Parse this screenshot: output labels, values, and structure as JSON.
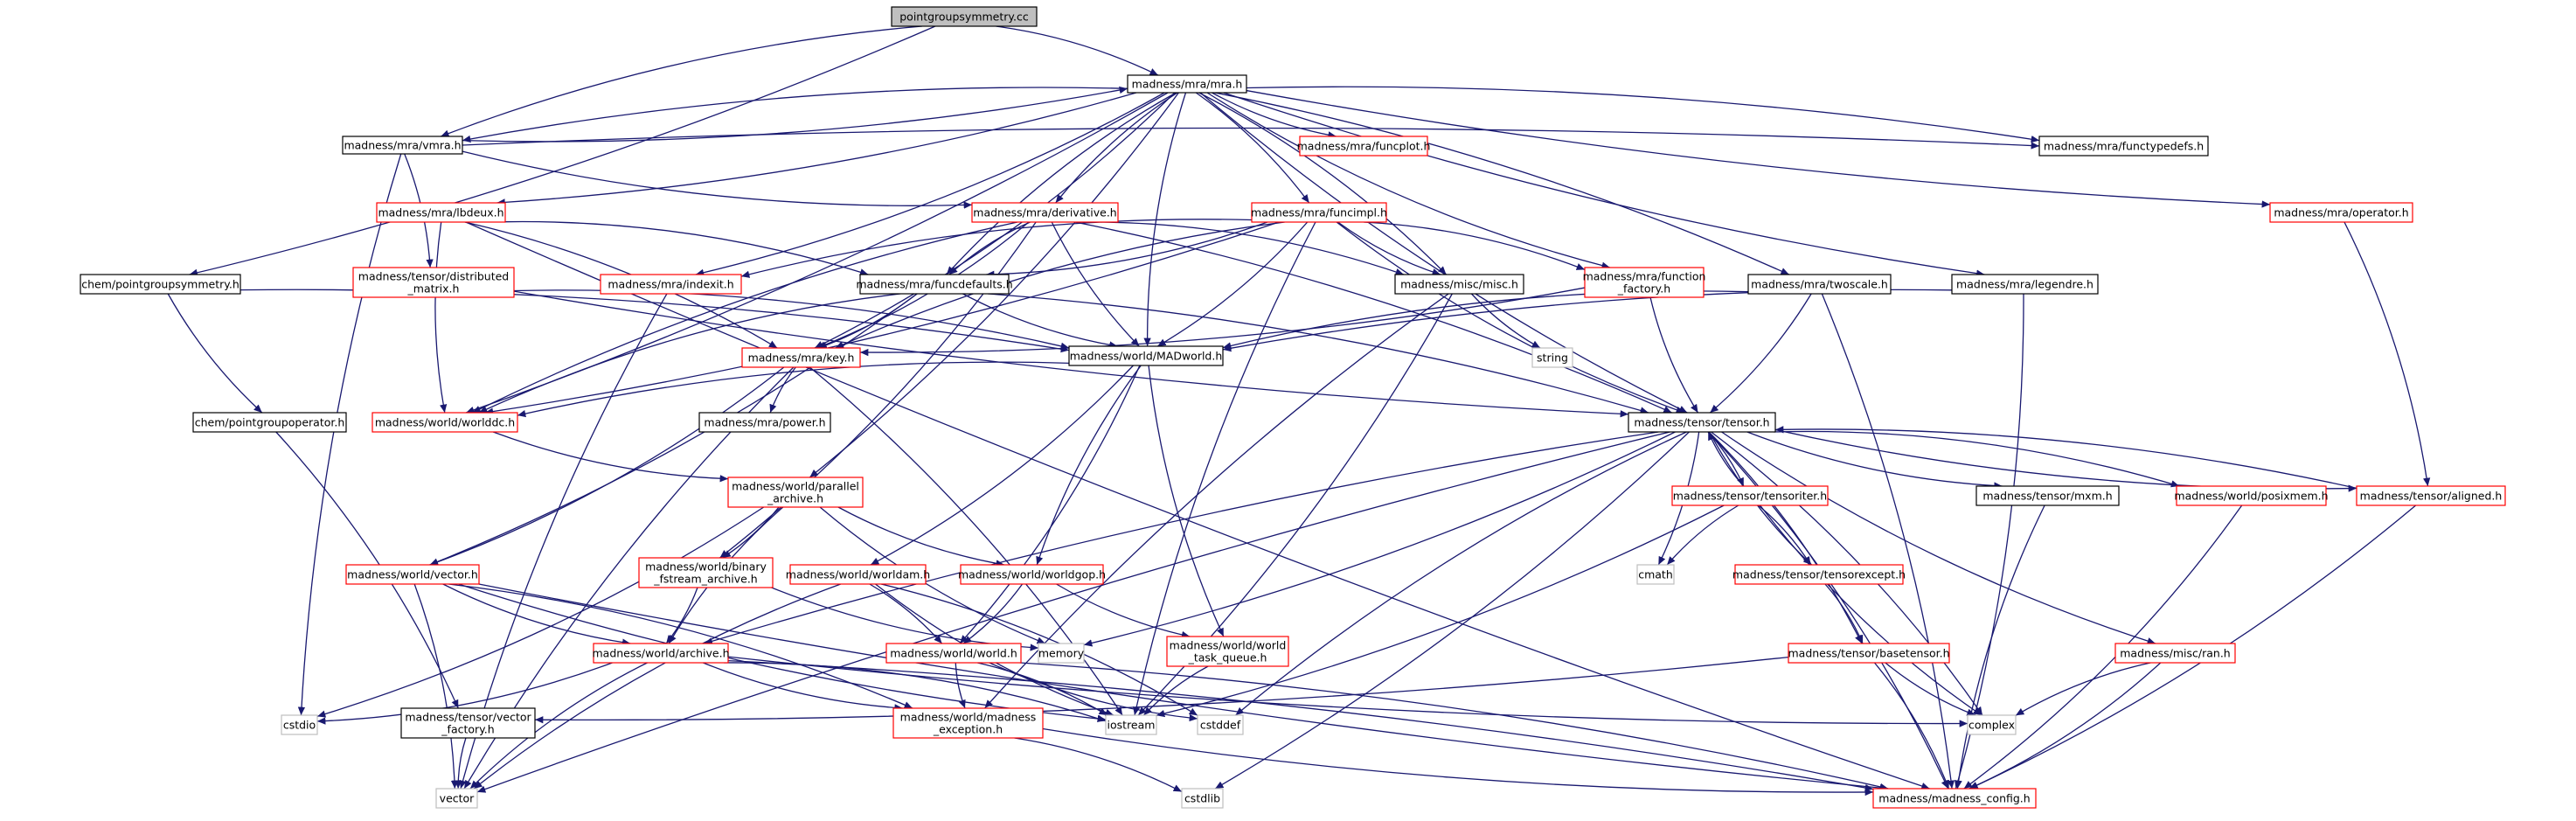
{
  "diagram": {
    "type": "include dependency graph",
    "colors": {
      "root_fill": "#bfbfbf",
      "documented_border": "#000000",
      "undocumented_border": "#ff0000",
      "external_border": "#bfbfbf",
      "edge": "#191970"
    },
    "nodes": [
      {
        "id": "root",
        "lines": [
          "pointgroupsymmetry.cc"
        ],
        "kind": "root"
      },
      {
        "id": "mra_h",
        "lines": [
          "madness/mra/mra.h"
        ],
        "kind": "black"
      },
      {
        "id": "vmra",
        "lines": [
          "madness/mra/vmra.h"
        ],
        "kind": "black"
      },
      {
        "id": "functypedefs",
        "lines": [
          "madness/mra/functypedefs.h"
        ],
        "kind": "black"
      },
      {
        "id": "funcplot",
        "lines": [
          "madness/mra/funcplot.h"
        ],
        "kind": "red"
      },
      {
        "id": "lbdeux",
        "lines": [
          "madness/mra/lbdeux.h"
        ],
        "kind": "red"
      },
      {
        "id": "derivative",
        "lines": [
          "madness/mra/derivative.h"
        ],
        "kind": "red"
      },
      {
        "id": "funcimpl",
        "lines": [
          "madness/mra/funcimpl.h"
        ],
        "kind": "red"
      },
      {
        "id": "operator",
        "lines": [
          "madness/mra/operator.h"
        ],
        "kind": "red"
      },
      {
        "id": "distributed",
        "lines": [
          "madness/tensor/distributed",
          "_matrix.h"
        ],
        "kind": "red"
      },
      {
        "id": "chempg",
        "lines": [
          "chem/pointgroupsymmetry.h"
        ],
        "kind": "black"
      },
      {
        "id": "indexit",
        "lines": [
          "madness/mra/indexit.h"
        ],
        "kind": "red"
      },
      {
        "id": "funcdefaults",
        "lines": [
          "madness/mra/funcdefaults.h"
        ],
        "kind": "black"
      },
      {
        "id": "misc",
        "lines": [
          "madness/misc/misc.h"
        ],
        "kind": "black"
      },
      {
        "id": "funcfactory",
        "lines": [
          "madness/mra/function",
          "_factory.h"
        ],
        "kind": "red"
      },
      {
        "id": "twoscale",
        "lines": [
          "madness/mra/twoscale.h"
        ],
        "kind": "black"
      },
      {
        "id": "legendre",
        "lines": [
          "madness/mra/legendre.h"
        ],
        "kind": "black"
      },
      {
        "id": "key",
        "lines": [
          "madness/mra/key.h"
        ],
        "kind": "red"
      },
      {
        "id": "madworld",
        "lines": [
          "madness/world/MADworld.h"
        ],
        "kind": "black"
      },
      {
        "id": "string",
        "lines": [
          "string"
        ],
        "kind": "gray"
      },
      {
        "id": "chempgop",
        "lines": [
          "chem/pointgroupoperator.h"
        ],
        "kind": "black"
      },
      {
        "id": "worlddc",
        "lines": [
          "madness/world/worlddc.h"
        ],
        "kind": "red"
      },
      {
        "id": "power",
        "lines": [
          "madness/mra/power.h"
        ],
        "kind": "black"
      },
      {
        "id": "tensor",
        "lines": [
          "madness/tensor/tensor.h"
        ],
        "kind": "black"
      },
      {
        "id": "parallel",
        "lines": [
          "madness/world/parallel",
          "_archive.h"
        ],
        "kind": "red"
      },
      {
        "id": "tensoriter",
        "lines": [
          "madness/tensor/tensoriter.h"
        ],
        "kind": "red"
      },
      {
        "id": "mxm",
        "lines": [
          "madness/tensor/mxm.h"
        ],
        "kind": "black"
      },
      {
        "id": "posixmem",
        "lines": [
          "madness/world/posixmem.h"
        ],
        "kind": "red"
      },
      {
        "id": "aligned",
        "lines": [
          "madness/tensor/aligned.h"
        ],
        "kind": "red"
      },
      {
        "id": "worldvector",
        "lines": [
          "madness/world/vector.h"
        ],
        "kind": "red"
      },
      {
        "id": "binary",
        "lines": [
          "madness/world/binary",
          "_fstream_archive.h"
        ],
        "kind": "red"
      },
      {
        "id": "worldam",
        "lines": [
          "madness/world/worldam.h"
        ],
        "kind": "red"
      },
      {
        "id": "worldgop",
        "lines": [
          "madness/world/worldgop.h"
        ],
        "kind": "red"
      },
      {
        "id": "cmath",
        "lines": [
          "cmath"
        ],
        "kind": "gray"
      },
      {
        "id": "tensorexcept",
        "lines": [
          "madness/tensor/tensorexcept.h"
        ],
        "kind": "red"
      },
      {
        "id": "archive",
        "lines": [
          "madness/world/archive.h"
        ],
        "kind": "red"
      },
      {
        "id": "worldh",
        "lines": [
          "madness/world/world.h"
        ],
        "kind": "red"
      },
      {
        "id": "memory",
        "lines": [
          "memory"
        ],
        "kind": "gray"
      },
      {
        "id": "taskqueue",
        "lines": [
          "madness/world/world",
          "_task_queue.h"
        ],
        "kind": "red"
      },
      {
        "id": "basetensor",
        "lines": [
          "madness/tensor/basetensor.h"
        ],
        "kind": "red"
      },
      {
        "id": "ran",
        "lines": [
          "madness/misc/ran.h"
        ],
        "kind": "red"
      },
      {
        "id": "cstdio",
        "lines": [
          "cstdio"
        ],
        "kind": "gray"
      },
      {
        "id": "vecfactory",
        "lines": [
          "madness/tensor/vector",
          "_factory.h"
        ],
        "kind": "black"
      },
      {
        "id": "madexcept",
        "lines": [
          "madness/world/madness",
          "_exception.h"
        ],
        "kind": "red"
      },
      {
        "id": "iostream",
        "lines": [
          "iostream"
        ],
        "kind": "gray"
      },
      {
        "id": "cstddef",
        "lines": [
          "cstddef"
        ],
        "kind": "gray"
      },
      {
        "id": "complex",
        "lines": [
          "complex"
        ],
        "kind": "gray"
      },
      {
        "id": "vector",
        "lines": [
          "vector"
        ],
        "kind": "gray"
      },
      {
        "id": "cstdlib",
        "lines": [
          "cstdlib"
        ],
        "kind": "gray"
      },
      {
        "id": "config",
        "lines": [
          "madness/madness_config.h"
        ],
        "kind": "red"
      }
    ],
    "edges": [
      [
        "root",
        "mra_h"
      ],
      [
        "root",
        "vmra"
      ],
      [
        "root",
        "chempg"
      ],
      [
        "mra_h",
        "vmra"
      ],
      [
        "mra_h",
        "functypedefs"
      ],
      [
        "mra_h",
        "funcplot"
      ],
      [
        "mra_h",
        "lbdeux"
      ],
      [
        "mra_h",
        "derivative"
      ],
      [
        "mra_h",
        "funcimpl"
      ],
      [
        "mra_h",
        "operator"
      ],
      [
        "mra_h",
        "indexit"
      ],
      [
        "mra_h",
        "funcdefaults"
      ],
      [
        "mra_h",
        "misc"
      ],
      [
        "mra_h",
        "funcfactory"
      ],
      [
        "mra_h",
        "twoscale"
      ],
      [
        "mra_h",
        "legendre"
      ],
      [
        "mra_h",
        "key"
      ],
      [
        "mra_h",
        "madworld"
      ],
      [
        "mra_h",
        "worlddc"
      ],
      [
        "mra_h",
        "tensor"
      ],
      [
        "mra_h",
        "parallel"
      ],
      [
        "vmra",
        "mra_h"
      ],
      [
        "vmra",
        "functypedefs"
      ],
      [
        "vmra",
        "derivative"
      ],
      [
        "vmra",
        "distributed"
      ],
      [
        "vmra",
        "cstdio"
      ],
      [
        "lbdeux",
        "key"
      ],
      [
        "lbdeux",
        "worlddc"
      ],
      [
        "lbdeux",
        "funcdefaults"
      ],
      [
        "lbdeux",
        "config"
      ],
      [
        "derivative",
        "key"
      ],
      [
        "derivative",
        "funcdefaults"
      ],
      [
        "derivative",
        "misc"
      ],
      [
        "derivative",
        "madworld"
      ],
      [
        "derivative",
        "tensor"
      ],
      [
        "derivative",
        "worlddc"
      ],
      [
        "derivative",
        "binary"
      ],
      [
        "funcimpl",
        "indexit"
      ],
      [
        "funcimpl",
        "funcdefaults"
      ],
      [
        "funcimpl",
        "misc"
      ],
      [
        "funcimpl",
        "funcfactory"
      ],
      [
        "funcimpl",
        "key"
      ],
      [
        "funcimpl",
        "madworld"
      ],
      [
        "funcimpl",
        "tensor"
      ],
      [
        "funcimpl",
        "worlddc"
      ],
      [
        "funcimpl",
        "iostream"
      ],
      [
        "operator",
        "aligned"
      ],
      [
        "distributed",
        "tensor"
      ],
      [
        "distributed",
        "madworld"
      ],
      [
        "chempg",
        "chempgop"
      ],
      [
        "chempg",
        "madworld"
      ],
      [
        "indexit",
        "vector"
      ],
      [
        "funcdefaults",
        "key"
      ],
      [
        "funcdefaults",
        "madworld"
      ],
      [
        "funcdefaults",
        "tensor"
      ],
      [
        "funcdefaults",
        "worlddc"
      ],
      [
        "funcdefaults",
        "worldvector"
      ],
      [
        "misc",
        "string"
      ],
      [
        "misc",
        "iostream"
      ],
      [
        "misc",
        "madexcept"
      ],
      [
        "funcfactory",
        "key"
      ],
      [
        "funcfactory",
        "tensor"
      ],
      [
        "twoscale",
        "tensor"
      ],
      [
        "twoscale",
        "madworld"
      ],
      [
        "twoscale",
        "config"
      ],
      [
        "legendre",
        "madworld"
      ],
      [
        "legendre",
        "config"
      ],
      [
        "key",
        "power"
      ],
      [
        "key",
        "worldvector"
      ],
      [
        "key",
        "vector"
      ],
      [
        "key",
        "iostream"
      ],
      [
        "madworld",
        "worlddc"
      ],
      [
        "madworld",
        "worldam"
      ],
      [
        "madworld",
        "worldgop"
      ],
      [
        "madworld",
        "worldh"
      ],
      [
        "madworld",
        "taskqueue"
      ],
      [
        "chempgop",
        "vecfactory"
      ],
      [
        "worlddc",
        "parallel"
      ],
      [
        "tensor",
        "tensoriter"
      ],
      [
        "tensor",
        "mxm"
      ],
      [
        "tensor",
        "posixmem"
      ],
      [
        "tensor",
        "aligned"
      ],
      [
        "tensor",
        "cmath"
      ],
      [
        "tensor",
        "tensorexcept"
      ],
      [
        "tensor",
        "basetensor"
      ],
      [
        "tensor",
        "ran"
      ],
      [
        "tensor",
        "memory"
      ],
      [
        "tensor",
        "archive"
      ],
      [
        "tensor",
        "complex"
      ],
      [
        "tensor",
        "cstddef"
      ],
      [
        "tensor",
        "cstdlib"
      ],
      [
        "tensor",
        "vector"
      ],
      [
        "tensor",
        "config"
      ],
      [
        "parallel",
        "archive"
      ],
      [
        "parallel",
        "binary"
      ],
      [
        "parallel",
        "worldgop"
      ],
      [
        "parallel",
        "cstdio"
      ],
      [
        "parallel",
        "memory"
      ],
      [
        "tensoriter",
        "tensor"
      ],
      [
        "tensoriter",
        "cmath"
      ],
      [
        "tensoriter",
        "tensorexcept"
      ],
      [
        "tensoriter",
        "complex"
      ],
      [
        "tensoriter",
        "iostream"
      ],
      [
        "aligned",
        "tensor"
      ],
      [
        "aligned",
        "config"
      ],
      [
        "mxm",
        "config"
      ],
      [
        "posixmem",
        "config"
      ],
      [
        "worldvector",
        "archive"
      ],
      [
        "worldvector",
        "vector"
      ],
      [
        "worldvector",
        "iostream"
      ],
      [
        "worldvector",
        "madexcept"
      ],
      [
        "worldvector",
        "config"
      ],
      [
        "binary",
        "archive"
      ],
      [
        "binary",
        "memory"
      ],
      [
        "worldam",
        "worldh"
      ],
      [
        "worldam",
        "iostream"
      ],
      [
        "worldam",
        "cstddef"
      ],
      [
        "worldam",
        "vector"
      ],
      [
        "worldgop",
        "worldh"
      ],
      [
        "worldgop",
        "taskqueue"
      ],
      [
        "tensorexcept",
        "basetensor"
      ],
      [
        "archive",
        "madexcept"
      ],
      [
        "archive",
        "cstdio"
      ],
      [
        "archive",
        "vector"
      ],
      [
        "archive",
        "iostream"
      ],
      [
        "archive",
        "complex"
      ],
      [
        "archive",
        "config"
      ],
      [
        "worldh",
        "madexcept"
      ],
      [
        "worldh",
        "iostream"
      ],
      [
        "worldh",
        "cstddef"
      ],
      [
        "worldh",
        "config"
      ],
      [
        "taskqueue",
        "iostream"
      ],
      [
        "basetensor",
        "vecfactory"
      ],
      [
        "basetensor",
        "complex"
      ],
      [
        "basetensor",
        "config"
      ],
      [
        "ran",
        "complex"
      ],
      [
        "ran",
        "config"
      ],
      [
        "vecfactory",
        "vector"
      ],
      [
        "madexcept",
        "cstdlib"
      ],
      [
        "madexcept",
        "config"
      ]
    ]
  }
}
